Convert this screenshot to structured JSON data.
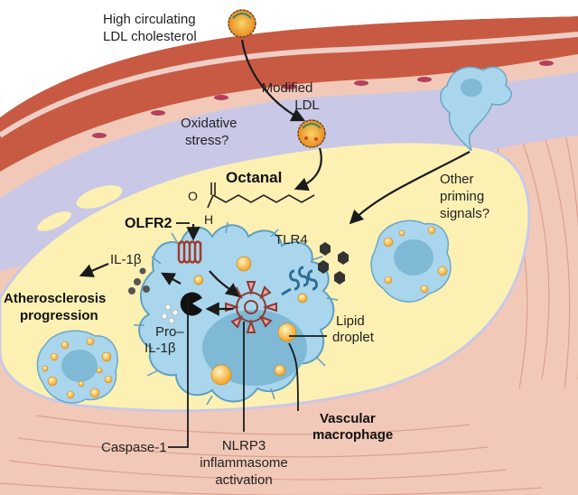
{
  "labels": {
    "ldl_line1": "High circulating",
    "ldl_line2": "LDL cholesterol",
    "modified_line1": "Modified",
    "modified_line2": "LDL",
    "oxidative_line1": "Oxidative",
    "oxidative_line2": "stress?",
    "octanal": "Octanal",
    "aldehyde_o": "O",
    "aldehyde_h": "H",
    "olfr2": "OLFR2",
    "tlr4": "TLR4",
    "other_line1": "Other",
    "other_line2": "priming",
    "other_line3": "signals?",
    "il1b": "IL-1β",
    "athero_line1": "Atherosclerosis",
    "athero_line2": "progression",
    "pro_line1": "Pro–",
    "pro_line2": "IL-1β",
    "lipid_line1": "Lipid",
    "lipid_line2": "droplet",
    "vascular_line1": "Vascular",
    "vascular_line2": "macrophage",
    "caspase": "Caspase-1",
    "nlrp3_line1": "NLRP3",
    "nlrp3_line2": "inflammasome",
    "nlrp3_line3": "activation"
  },
  "colors": {
    "artery_wall": "#c85a43",
    "muscle_pink": "#f2c9b8",
    "endothelium": "#c9c8e6",
    "plaque_yellow": "#fdf0b3",
    "macrophage_blue": "#a9d6ec",
    "lipid_orange": "#f6b73c",
    "nucleus_blue": "#7fb9d6",
    "receptor_red": "#a33a2a",
    "tlr4_blue": "#2d6c94"
  },
  "icons": [
    "ldl-particle-icon",
    "octanal-molecule-icon",
    "olfr2-receptor-icon",
    "tlr4-receptor-icon",
    "caspase-pacman-icon",
    "nlrp3-ring-icon",
    "foam-cell-icon",
    "monocyte-icon"
  ]
}
